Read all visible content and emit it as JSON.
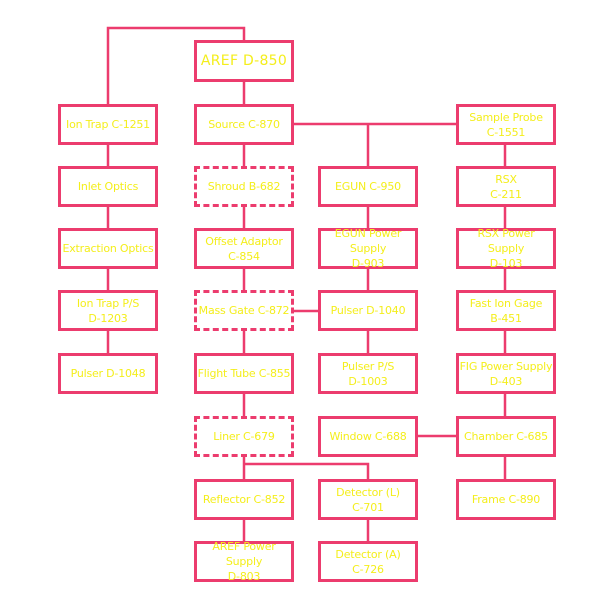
{
  "colors": {
    "line": "#ec3c6e",
    "text": "#f4ee1c",
    "background": "#ffffff"
  },
  "components": {
    "aref": "AREF D-850",
    "ion_trap": "Ion Trap C-1251",
    "inlet_optics": "Inlet Optics",
    "extraction_optics": "Extraction Optics",
    "ion_trap_ps": "Ion Trap P/S\nD-1203",
    "pulser_1048": "Pulser D-1048",
    "source": "Source C-870",
    "shroud": "Shroud B-682",
    "offset_adaptor": "Offset Adaptor\nC-854",
    "mass_gate": "Mass Gate C-872",
    "flight_tube": "Flight Tube C-855",
    "liner": "Liner C-679",
    "reflector": "Reflector C-852",
    "aref_power_supply": "AREF Power Supply\nD-803",
    "egun": "EGUN C-950",
    "egun_power_supply": "EGUN Power Supply\nD-903",
    "pulser_1040": "Pulser D-1040",
    "pulser_ps": "Pulser P/S\nD-1003",
    "window": "Window C-688",
    "detector_l": "Detector (L)\nC-701",
    "detector_a": "Detector (A)\nC-726",
    "sample_probe": "Sample Probe\nC-1551",
    "rsx": "RSX\nC-211",
    "rsx_power_supply": "RSX Power Supply\nD-103",
    "fast_ion_gage": "Fast Ion Gage\nB-451",
    "fig_power_supply": "FIG Power Supply\nD-403",
    "chamber": "Chamber C-685",
    "frame": "Frame C-890"
  }
}
